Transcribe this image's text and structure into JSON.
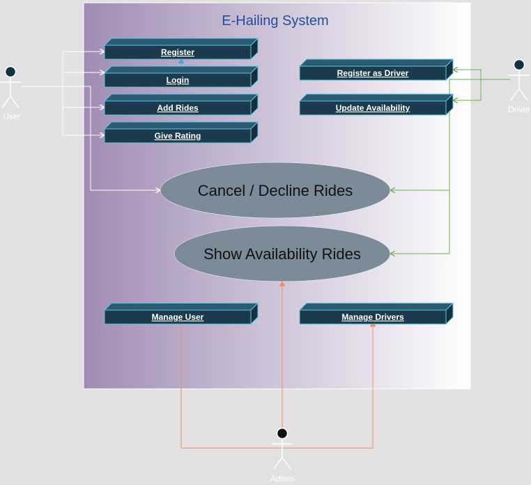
{
  "diagram": {
    "title": "E-Hailing System",
    "colors": {
      "background": "#e2e2e2",
      "boundary_gradient_start": "#a08cb4",
      "boundary_gradient_end": "#ffffff",
      "title": "#1f4e9a",
      "box_front": "#1b3a4e",
      "box_edge": "#5dc8dc",
      "box_text": "#ffffff",
      "oval_fill": "#7b8b98",
      "oval_text": "#111111",
      "actor_body": "#ffffff",
      "actor_head_user": "#0f3344",
      "actor_head_admin": "#111111",
      "user_arrow": "#ffffff",
      "driver_arrow": "#6cb049",
      "admin_arrow": "#f09060",
      "include_arrow": "#4fa3dd"
    },
    "actors": {
      "user": {
        "label": "User"
      },
      "driver": {
        "label": "Driver"
      },
      "admin": {
        "label": "Admin"
      }
    },
    "use_cases": {
      "register": "Register",
      "login": "Login",
      "add_rides": "Add Rides",
      "give_rating": "Give Rating",
      "register_driver": "Register as Driver",
      "update_availability": "Update Availability",
      "manage_user": "Manage User",
      "manage_drivers": "Manage Drivers",
      "cancel_decline": "Cancel / Decline Rides",
      "show_availability": "Show Availability Rides"
    }
  }
}
